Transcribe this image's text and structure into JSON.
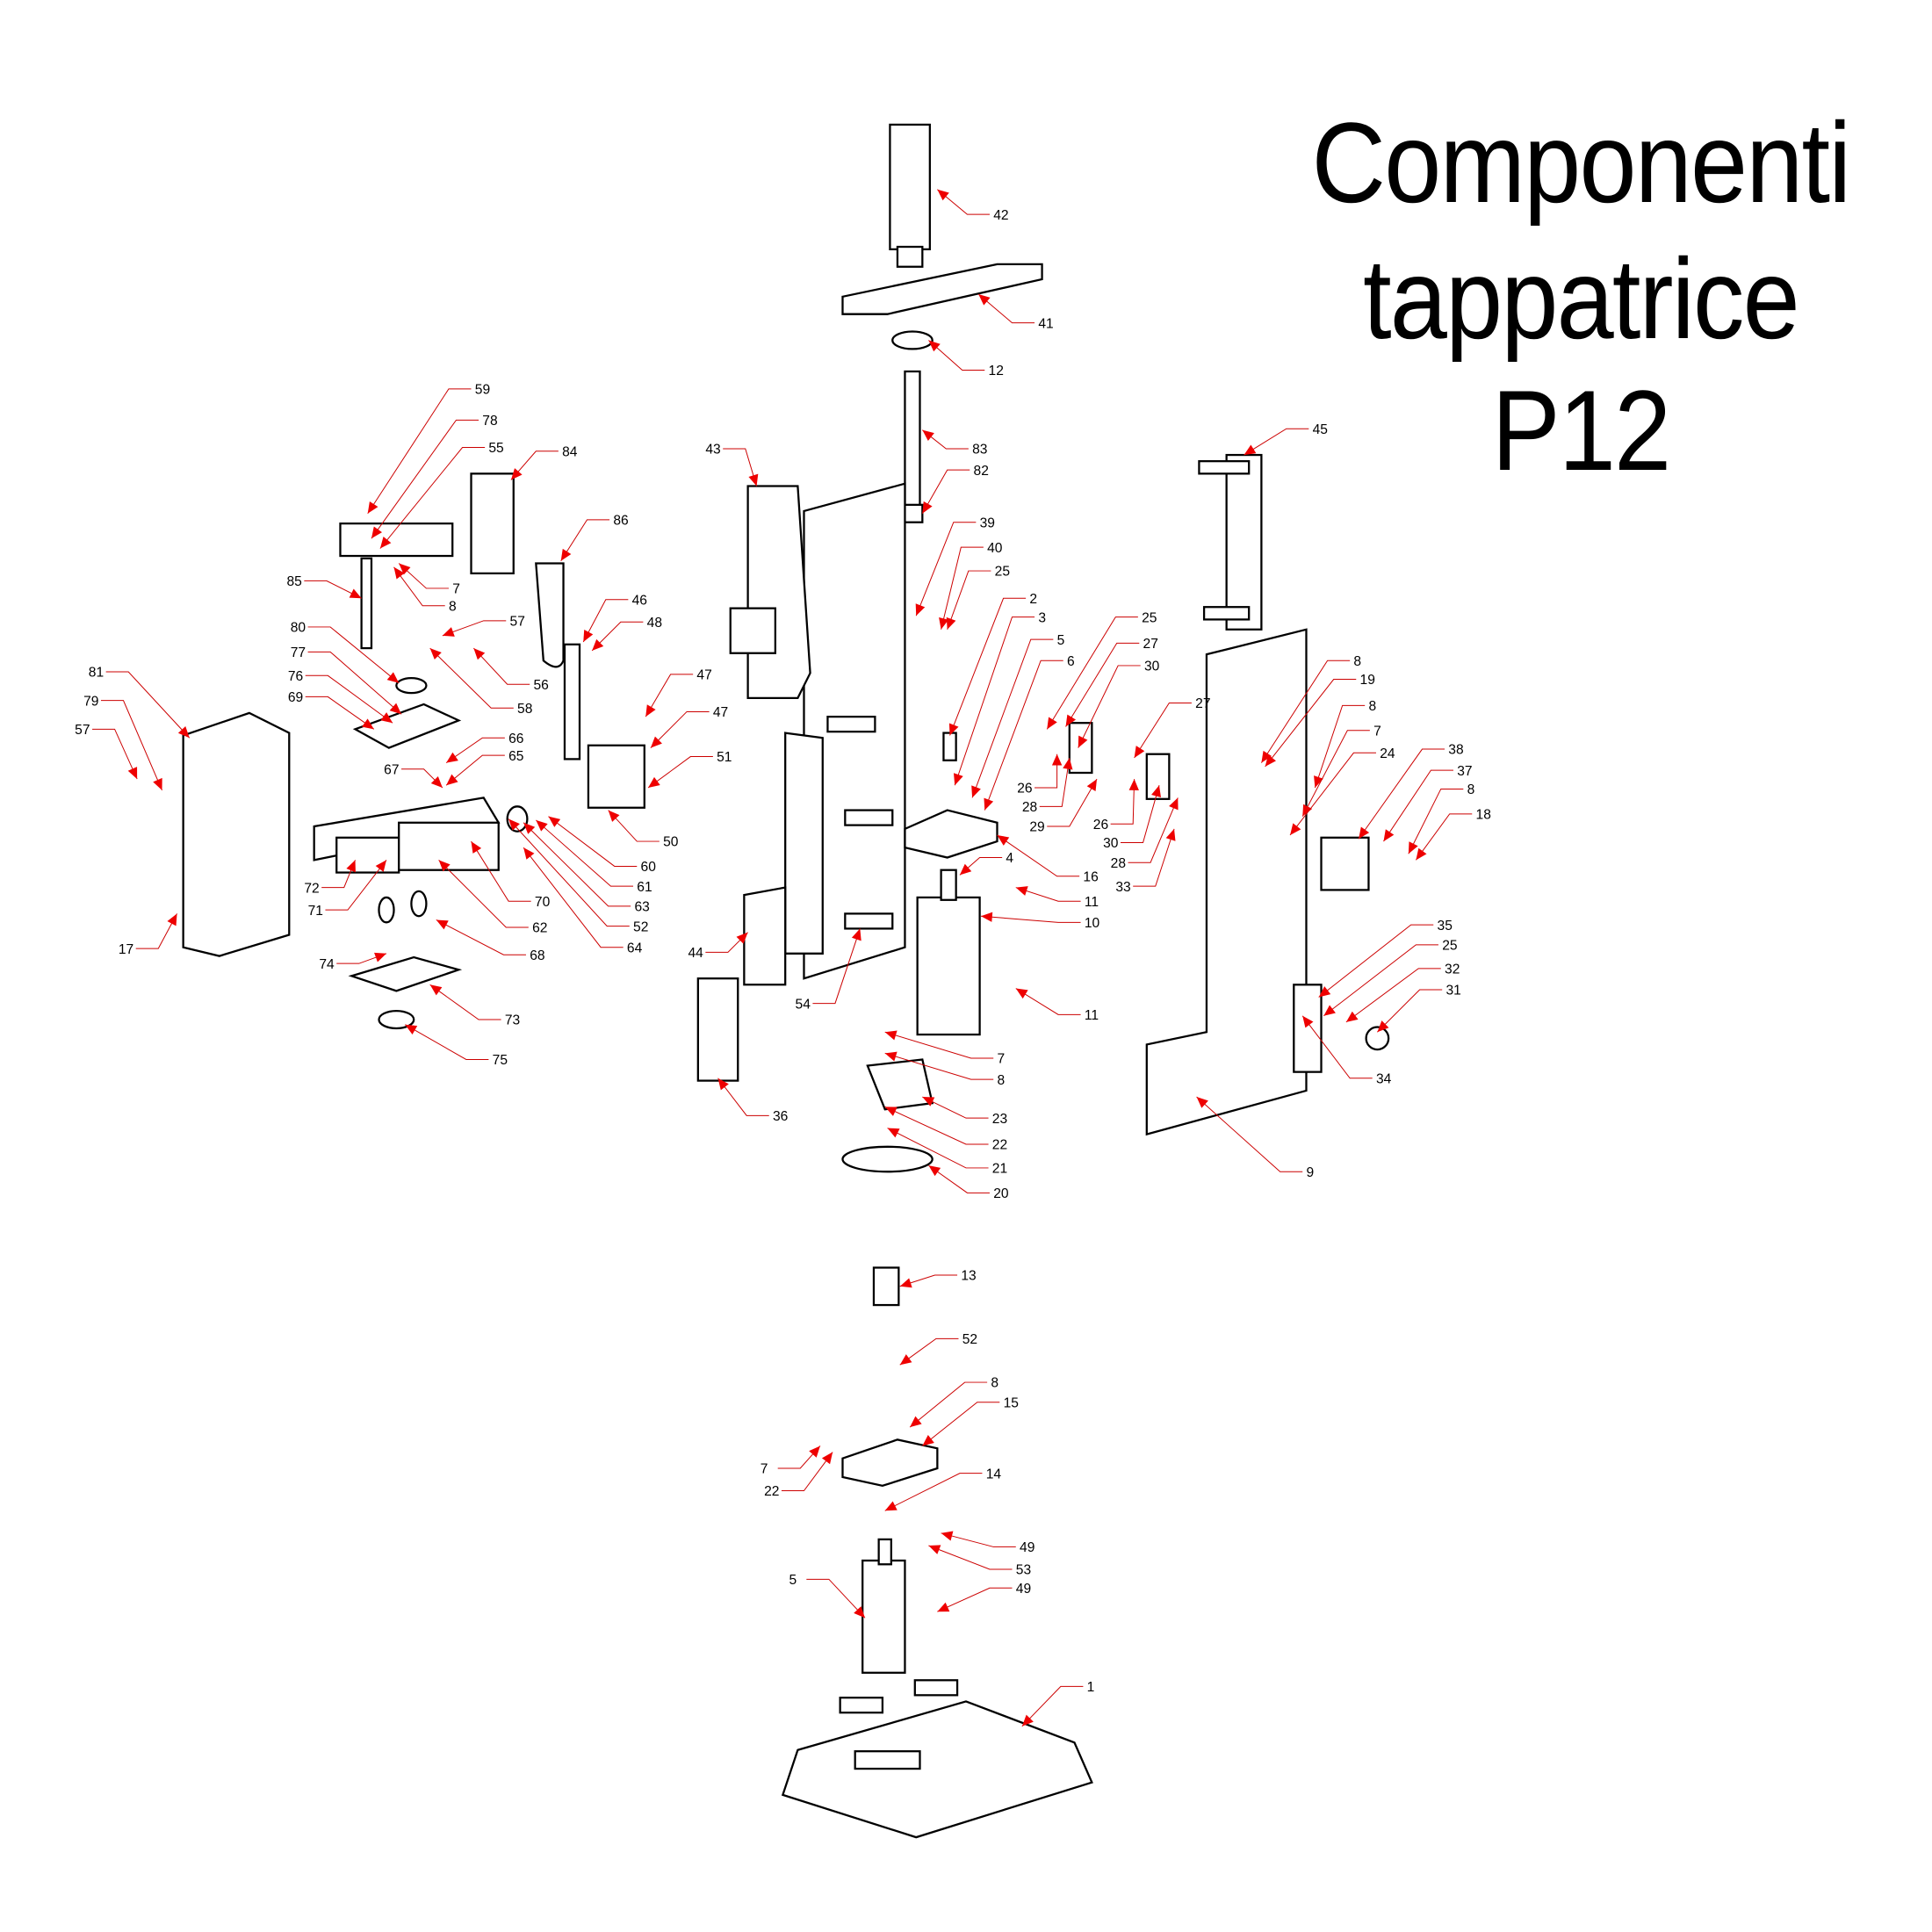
{
  "title": {
    "line1": "Componenti",
    "line2": "tappatrice",
    "line3": "P12"
  },
  "colors": {
    "leader": "#cc0000",
    "arrow": "#ee0000",
    "line": "#000000"
  },
  "callouts": [
    "42",
    "41",
    "12",
    "83",
    "82",
    "39",
    "40",
    "25",
    "2",
    "3",
    "5",
    "6",
    "25",
    "27",
    "30",
    "27",
    "26",
    "28",
    "29",
    "26",
    "30",
    "28",
    "33",
    "4",
    "16",
    "11",
    "10",
    "11",
    "7",
    "8",
    "23",
    "22",
    "21",
    "20",
    "13",
    "52",
    "8",
    "15",
    "7",
    "22",
    "14",
    "49",
    "53",
    "49",
    "5",
    "1",
    "45",
    "8",
    "19",
    "8",
    "7",
    "24",
    "38",
    "37",
    "8",
    "18",
    "35",
    "25",
    "32",
    "31",
    "34",
    "9",
    "43",
    "44",
    "54",
    "36",
    "59",
    "78",
    "55",
    "84",
    "86",
    "85",
    "7",
    "8",
    "57",
    "46",
    "48",
    "80",
    "77",
    "76",
    "69",
    "56",
    "58",
    "47",
    "47",
    "51",
    "66",
    "65",
    "67",
    "50",
    "60",
    "61",
    "63",
    "52",
    "64",
    "70",
    "62",
    "68",
    "72",
    "71",
    "74",
    "73",
    "75",
    "81",
    "79",
    "57",
    "17"
  ]
}
